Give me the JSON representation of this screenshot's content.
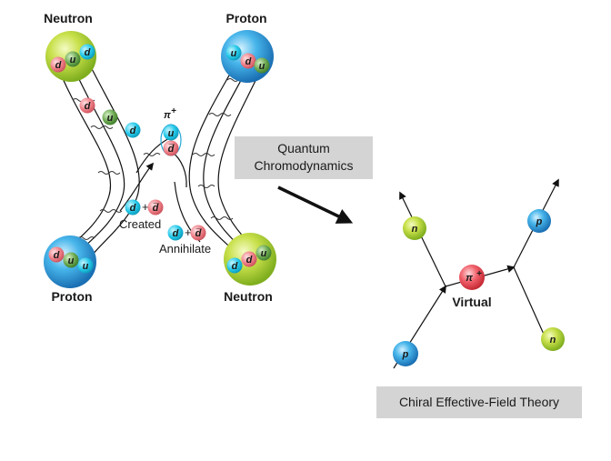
{
  "labels": {
    "neutron_top_left": "Neutron",
    "proton_top_right": "Proton",
    "proton_bottom_left": "Proton",
    "neutron_bottom_right": "Neutron",
    "pion_top": "π",
    "pion_top_sup": "+",
    "created_text": "Created",
    "annihilate_text": "Annihilate",
    "plus_sign": "+",
    "virtual_text": "Virtual"
  },
  "boxes": {
    "qcd_line1": "Quantum",
    "qcd_line2": "Chromodynamics",
    "eft": "Chiral Effective-Field Theory"
  },
  "quarks": {
    "u": "u",
    "d": "d",
    "dbar": "d̅"
  },
  "eft_particles": {
    "n_top": "n",
    "p_top": "p",
    "pi_center": "π",
    "pi_center_sup": "+",
    "p_bottom": "p",
    "n_bottom": "n"
  },
  "colors": {
    "up_quark": "#22c7e8",
    "down_quark": "#ee7e86",
    "green_quark": "#6aa84f",
    "neutron_ball": "#b9d93a",
    "proton_ball": "#3aa6df",
    "pion_ball": "#ef4a56",
    "label_box": "#d4d4d4"
  }
}
